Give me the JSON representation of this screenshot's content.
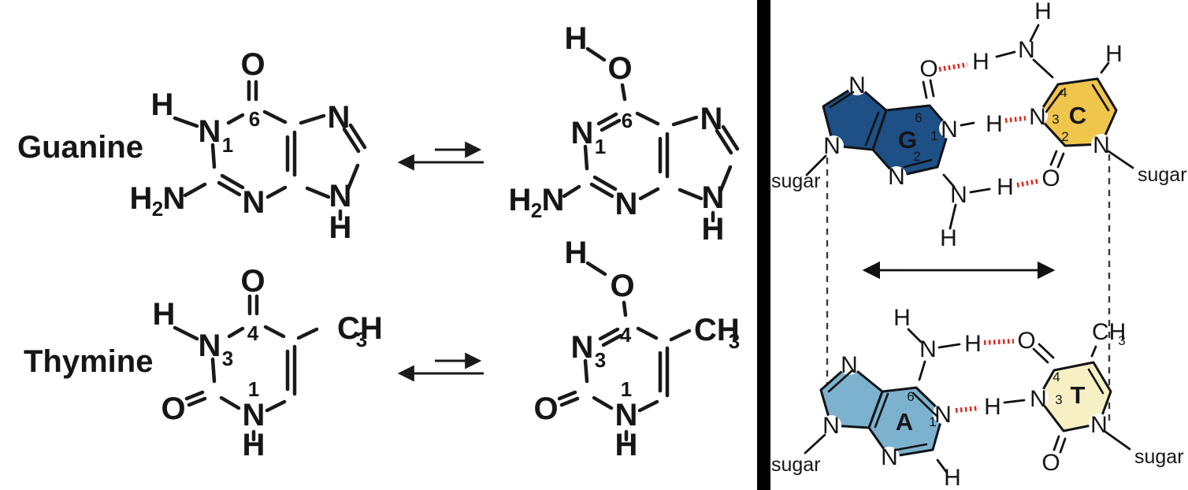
{
  "colors": {
    "g_fill": "#1e4f85",
    "g_letter": "#a9cfe9",
    "a_fill": "#7db2cf",
    "c_fill": "#f0c54c",
    "t_fill": "#f8f0c5",
    "hbond_red": "#dd2a20",
    "divider": "#000000",
    "ink": "#161616"
  },
  "left": {
    "guanine_label": "Guanine",
    "thymine_label": "Thymine",
    "gk": {
      "o6": "O",
      "h1": "H",
      "n1": "N",
      "n1_sub": "1",
      "c6": "6",
      "n3": "N",
      "h": "H",
      "h_sub": "2",
      "n": "N",
      "n7": "N",
      "n9": "N",
      "h9": "H"
    },
    "ge": {
      "oh": "H",
      "o6": "O",
      "n1": "N",
      "n1_sub": "1",
      "c6": "6",
      "n3": "N",
      "h": "H",
      "h_sub": "2",
      "n": "N",
      "n7": "N",
      "n9": "N",
      "h9": "H"
    },
    "tk": {
      "o4": "O",
      "h3": "H",
      "n3": "N",
      "n3_sub": "3",
      "c4": "4",
      "ch": "CH",
      "ch_sub": "3",
      "o2": "O",
      "n1": "N",
      "n1_num": "1",
      "h1": "H"
    },
    "te": {
      "oh": "H",
      "o4": "O",
      "n3": "N",
      "n3_sub": "3",
      "c4": "4",
      "ch": "CH",
      "ch_sub": "3",
      "o2": "O",
      "n1": "N",
      "n1_num": "1",
      "h1": "H"
    }
  },
  "right": {
    "gc": {
      "g_letter": "G",
      "g_n6": "6",
      "g_n1": "1",
      "g_n2": "2",
      "g_o6": "O",
      "g_N1": "N",
      "g_N3": "N",
      "g_N7": "N",
      "g_N9": "N",
      "g_amN": "N",
      "g_amH": "H",
      "g_sugar": "sugar",
      "bridge_top_h": "H",
      "bridge_mid_h": "H",
      "bridge_bot_h": "H",
      "c_letter": "C",
      "c_n4": "4",
      "c_n3": "3",
      "c_n2": "2",
      "c_amN": "N",
      "c_amH": "H",
      "c_ringH": "H",
      "c_N3": "N",
      "c_N1": "N",
      "c_o2": "O",
      "c_sugar": "sugar"
    },
    "at": {
      "a_letter": "A",
      "a_n6": "6",
      "a_n1": "1",
      "a_N1": "N",
      "a_N3": "N",
      "a_N7": "N",
      "a_N9": "N",
      "a_amN": "N",
      "a_amH": "H",
      "a_c2H": "H",
      "a_sugar": "sugar",
      "bridge_top_h": "H",
      "bridge_bot_h": "H",
      "t_letter": "T",
      "t_n4": "4",
      "t_n3": "3",
      "t_o4": "O",
      "t_o2": "O",
      "t_N3": "N",
      "t_N1": "N",
      "t_ch": "CH",
      "t_ch_sub": "3",
      "t_sugar": "sugar"
    }
  }
}
